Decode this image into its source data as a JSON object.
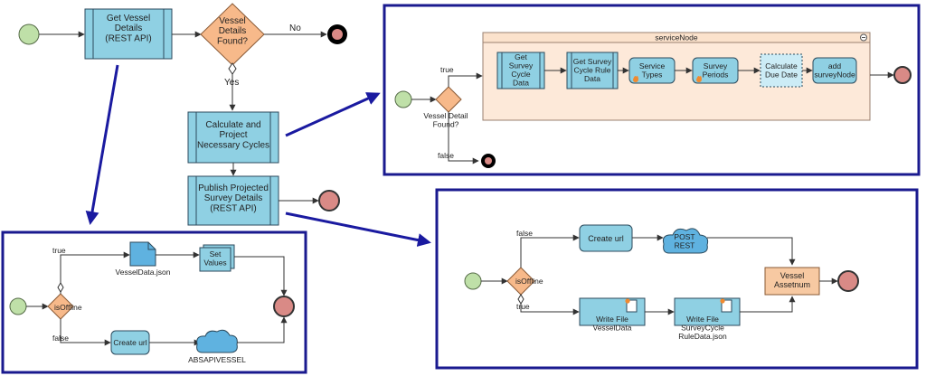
{
  "main": {
    "get_vessel": "Get Vessel\nDetails\n(REST API)",
    "gateway": "Vessel\nDetails\nFound?",
    "no_label": "No",
    "yes_label": "Yes",
    "calc": "Calculate and\nProject\nNecessary Cycles",
    "publish": "Publish Projected\nSurvey Details\n(REST API)"
  },
  "panel_a": {
    "subprocess_title": "serviceNode",
    "gateway": "Vessel Detail\nFound?",
    "true_label": "true",
    "false_label": "false",
    "get_survey_cycle": "Get\nSurvey\nCycle\nData",
    "get_rule": "Get Survey\nCycle Rule\nData",
    "service_types": "Service\nTypes",
    "survey_periods": "Survey\nPeriods",
    "calc_due": "Calculate\nDue Date",
    "add_node": "add\nsurveyNode"
  },
  "panel_b": {
    "gateway": "isOffline",
    "true_label": "true",
    "false_label": "false",
    "file": "VesselData.json",
    "set_values": "Set\nValues",
    "create_url": "Create url",
    "cloud": "ABSAPIVESSEL"
  },
  "panel_c": {
    "gateway": "isOffline",
    "false_label": "false",
    "true_label": "true",
    "create_url": "Create url",
    "post": "POST\nREST",
    "vessel_assetnum": "Vessel\nAssetnum",
    "write_file_1": "Write File\nVesselData",
    "write_file_2": "Write File\nSurveyCycle\nRuleData.json"
  }
}
